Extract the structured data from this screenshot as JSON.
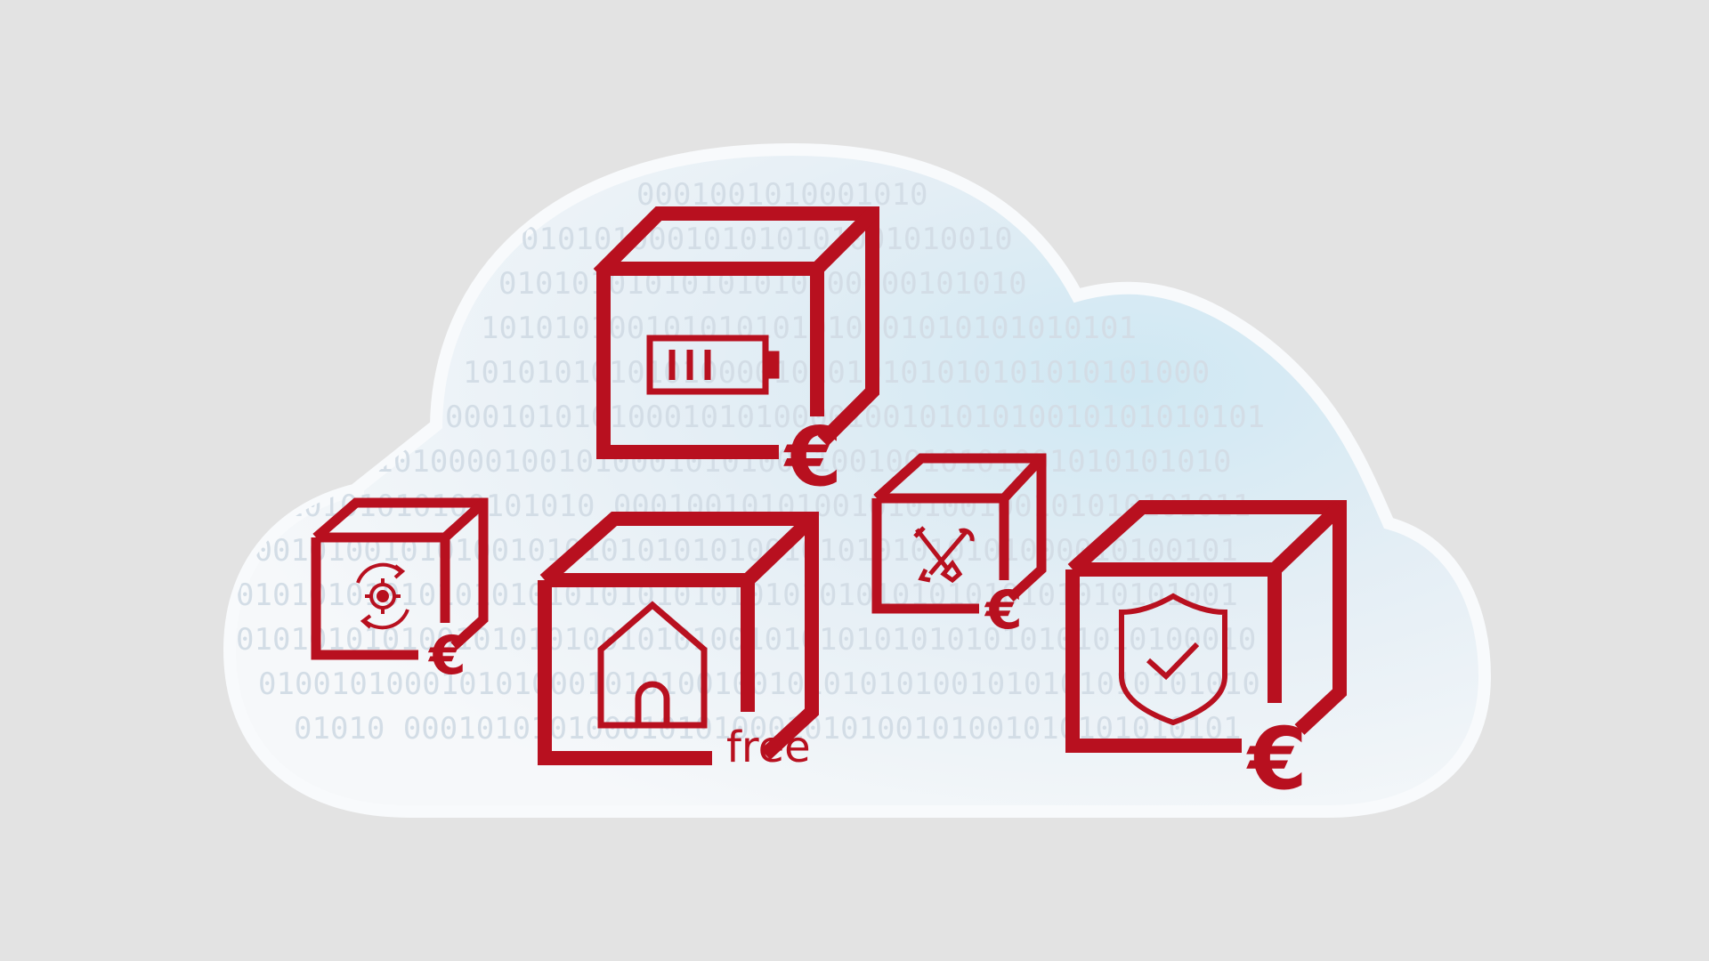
{
  "colors": {
    "background": "#e3e3e3",
    "cloud_fill": "#eef4f8",
    "cloud_edge": "#f7f9fb",
    "accent": "#b8101f",
    "binary_text": "#d3dde6"
  },
  "binary_rows": [
    "0001001010001010",
    "010101000101010101001010010",
    "01010101010101010100000101010",
    "101010100101010101010001010101010101",
    "10101010101010000101010101010101010101000",
    "000101010100010101000010010101010010101010101",
    "01010100001001010001010100110010010101001010101010",
    "010101010100101010 00010010101001010100100101010101011",
    "1001010010101001010101010101001010101010101000010100101",
    "0101010101010101010101010101010101010101010101010101001",
    "01010101010010101010010101001010101010101010101010100010",
    "0100101000101010001010100100101010101001010101010101010",
    "01010 0001010101000101010001010100101001010101010101"
  ],
  "boxes": [
    {
      "name": "battery-box",
      "icon": "battery-icon",
      "label": "€"
    },
    {
      "name": "settings-box",
      "icon": "gear-refresh-icon",
      "label": "€"
    },
    {
      "name": "home-box",
      "icon": "home-icon",
      "label": "free"
    },
    {
      "name": "tools-box",
      "icon": "wrench-screwdriver-icon",
      "label": "€"
    },
    {
      "name": "security-box",
      "icon": "shield-check-icon",
      "label": "€"
    }
  ]
}
